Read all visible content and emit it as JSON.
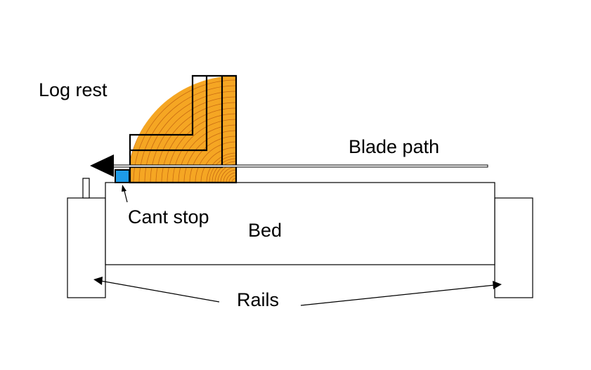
{
  "labels": {
    "log_rest": "Log rest",
    "blade_path": "Blade path",
    "cant_stop": "Cant stop",
    "bed": "Bed",
    "rails": "Rails"
  },
  "colors": {
    "wood": "#F5A623",
    "growth_rings": "#C86A12",
    "cant_stop": "#1E9BE8",
    "outline": "#000000",
    "background": "#FFFFFF"
  }
}
